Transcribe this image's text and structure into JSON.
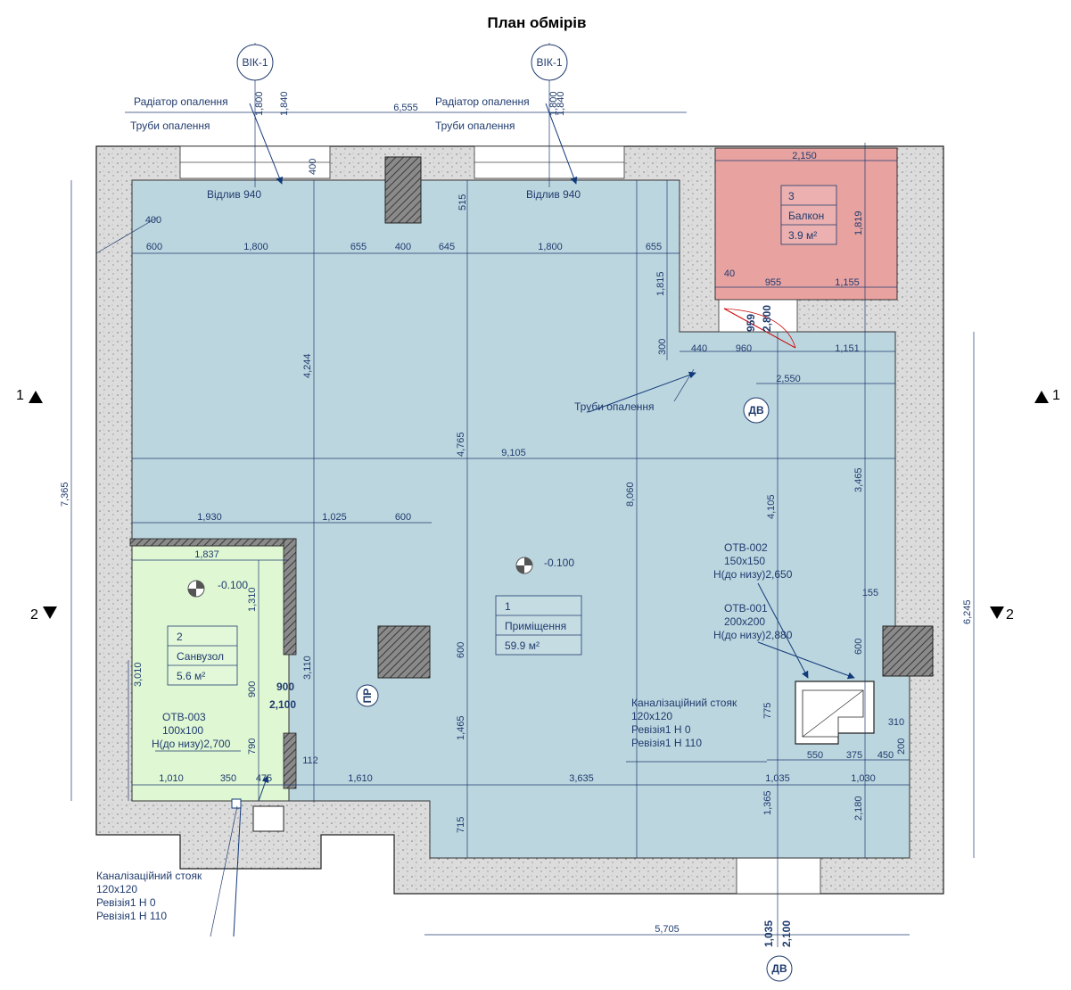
{
  "title": "План обмірів",
  "colors": {
    "room": "#bcd6df",
    "bathroom": "#dff7d3",
    "balcony": "#e8a3a1",
    "wall_hatch": "#cfcfcf",
    "dimension": "#1f3b6e",
    "column": "#6e6e6e"
  },
  "window_tags": [
    {
      "label": "ВІК-1"
    },
    {
      "label": "ВІК-1"
    }
  ],
  "door_tags": [
    {
      "label": "ДВ"
    },
    {
      "label": "ДВ"
    },
    {
      "label": "ПР"
    }
  ],
  "section_markers": [
    {
      "label": "1"
    },
    {
      "label": "1"
    },
    {
      "label": "2"
    },
    {
      "label": "2"
    }
  ],
  "rooms": [
    {
      "number": "1",
      "name": "Приміщення",
      "area": "59.9 м²",
      "level": "-0.100"
    },
    {
      "number": "2",
      "name": "Санвузол",
      "area": "5.6 м²",
      "level": "-0.100"
    },
    {
      "number": "3",
      "name": "Балкон",
      "area": "3.9 м²"
    }
  ],
  "annotations": {
    "radiator": "Радіатор опалення",
    "pipes": "Труби опалення",
    "sill_940": "Відлив 940",
    "otv002": [
      "ОТВ-002",
      "150x150",
      "H(до низу)2,650"
    ],
    "otv001": [
      "ОТВ-001",
      "200x200",
      "H(до низу)2,880"
    ],
    "otv003": [
      "ОТВ-003",
      "100x100",
      "H(до низу)2,700"
    ],
    "stack_right": [
      "Каналізаційний стояк",
      "120x120",
      "Ревізія1 Н 0",
      "Ревізія1 Н 110"
    ],
    "stack_left": [
      "Каналізаційний стояк",
      "120x120",
      "Ревізія1 Н 0",
      "Ревізія1 Н 110"
    ],
    "opening_pr": [
      "900",
      "2,100"
    ],
    "door_balcony": [
      "959",
      "2,800"
    ],
    "door_entry": [
      "1,035",
      "2,100"
    ]
  },
  "dimensions": {
    "top_total": "6,555",
    "top_win_1800": "1,800",
    "top_win_1840": "1,840",
    "row_600": "600",
    "row_1800a": "1,800",
    "row_655a": "655",
    "row_400": "400",
    "row_645": "645",
    "row_1800b": "1,800",
    "row_655b": "655",
    "dim_400_wall": "400",
    "dim_400_corner": "400",
    "dim_515": "515",
    "balcony_2150": "2,150",
    "balcony_1819": "1,819",
    "balcony_40": "40",
    "balcony_955": "955",
    "balcony_1155": "1,155",
    "d_1815": "1,815",
    "d_300": "300",
    "d_440": "440",
    "d_960": "960",
    "d_1151": "1,151",
    "d_2550": "2,550",
    "total_9105": "9,105",
    "d_4244": "4,244",
    "d_4765": "4,765",
    "d_8060": "8,060",
    "d_4105": "4,105",
    "d_3465": "3,465",
    "left_7365": "7,365",
    "right_6245": "6,245",
    "d_1930": "1,930",
    "d_1025": "1,025",
    "d_600b": "600",
    "d_1837": "1,837",
    "d_1310": "1,310",
    "d_3010": "3,010",
    "d_3110": "3,110",
    "d_900v": "900",
    "d_790": "790",
    "d_600c": "600",
    "d_1465": "1,465",
    "d_715": "715",
    "d_155": "155",
    "d_600d": "600",
    "d_775": "775",
    "d_310": "310",
    "d_200": "200",
    "d_550": "550",
    "d_375": "375",
    "d_450": "450",
    "bot_1010": "1,010",
    "bot_350": "350",
    "bot_475": "475",
    "bot_112": "112",
    "bot_1610": "1,610",
    "bot_3635": "3,635",
    "bot_1035": "1,035",
    "bot_1030": "1,030",
    "d_1365": "1,365",
    "d_2180": "2,180",
    "bottom_5705": "5,705"
  }
}
